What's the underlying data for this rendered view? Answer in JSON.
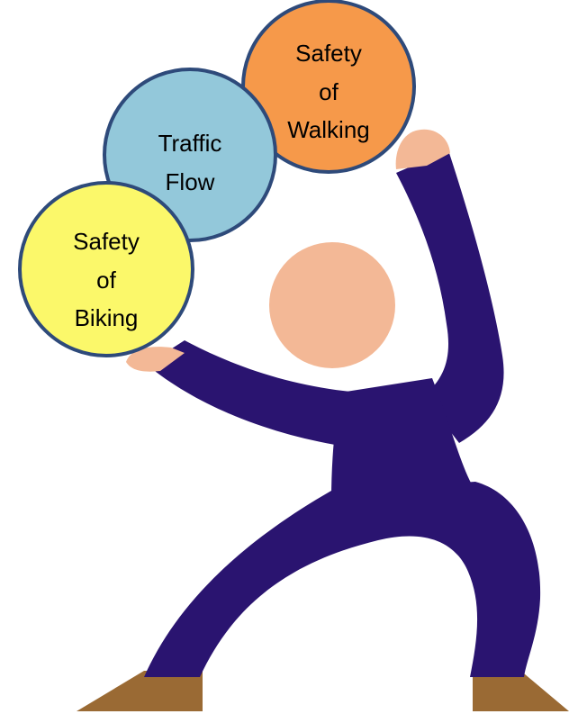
{
  "colors": {
    "body": "#2a1470",
    "skin": "#f3b896",
    "shoe": "#9a6a34",
    "circle_stroke": "#2e4a7a",
    "biking_fill": "#fbf86a",
    "traffic_fill": "#93c8da",
    "walking_fill": "#f6994a"
  },
  "figure": {
    "icon": "juggling-person-icon"
  },
  "circles": {
    "biking": {
      "line1": "Safety",
      "line2": "of",
      "line3": "Biking"
    },
    "traffic": {
      "line1": "Traffic",
      "line2": "Flow"
    },
    "walking": {
      "line1": "Safety",
      "line2": "of",
      "line3": "Walking"
    }
  }
}
